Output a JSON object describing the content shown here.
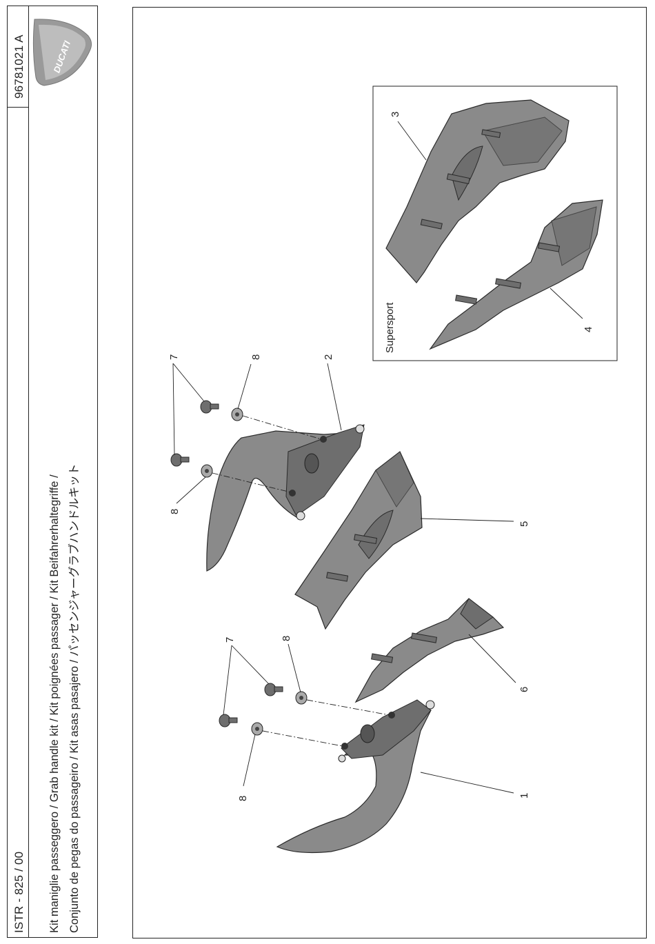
{
  "header": {
    "doc_code": "ISTR - 825 / 00",
    "part_number": "96781021 A",
    "title_line1": "Kit maniglie passeggero / Grab handle kit / Kit poignées passager / Kit Beifahrerhaltegriffe /",
    "title_line2": "Conjunto de pegas do passageiro / Kit asas pasajero / パッセンジャーグラブハンドルキット",
    "brand": "DUCATI"
  },
  "diagram": {
    "inset_label": "Supersport",
    "callouts": [
      "1",
      "2",
      "3",
      "4",
      "5",
      "6",
      "7",
      "7",
      "8",
      "8",
      "8",
      "8"
    ]
  },
  "colors": {
    "part_fill": "#8a8a8a",
    "line": "#222222",
    "logo_red": "#b0b0b0"
  }
}
